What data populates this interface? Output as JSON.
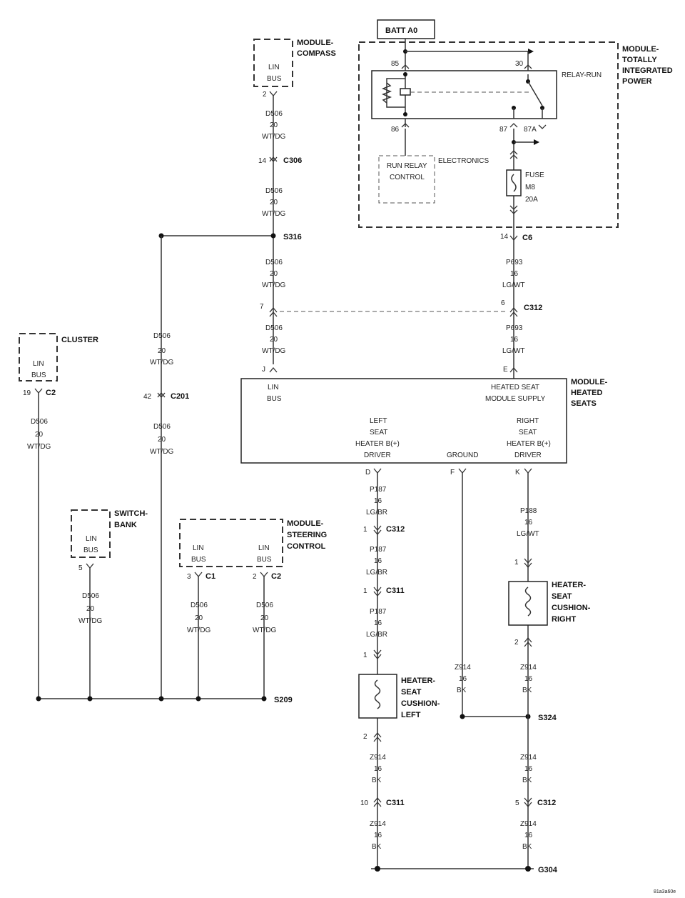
{
  "batt": "BATT A0",
  "tipm": {
    "name_lines": [
      "MODULE-",
      "TOTALLY",
      "INTEGRATED",
      "POWER"
    ],
    "relay_name": "RELAY-RUN",
    "pins": {
      "p85": "85",
      "p30": "30",
      "p86": "86",
      "p87": "87",
      "p87a": "87A"
    },
    "rrc_lines": [
      "RUN RELAY",
      "CONTROL"
    ],
    "electronics": "ELECTRONICS",
    "fuse_lines": [
      "FUSE",
      "M8",
      "20A"
    ]
  },
  "compass": {
    "name_lines": [
      "MODULE-",
      "COMPASS"
    ],
    "lin_lines": [
      "LIN",
      "BUS"
    ],
    "pin": "2"
  },
  "wire_d506": [
    "D506",
    "20",
    "WT/DG"
  ],
  "wire_p693": [
    "P693",
    "16",
    "LG/WT"
  ],
  "wire_p187": [
    "P187",
    "16",
    "LG/BR"
  ],
  "wire_p188": [
    "P188",
    "16",
    "LG/WT"
  ],
  "wire_z914": [
    "Z914",
    "16",
    "BK"
  ],
  "c306": {
    "pin": "14",
    "label": "C306"
  },
  "c6": {
    "pin": "14",
    "label": "C6"
  },
  "s316": "S316",
  "c312_top": {
    "pin_left": "7",
    "pin_right": "6",
    "label": "C312"
  },
  "hsm": {
    "name_lines": [
      "MODULE-",
      "HEATED",
      "SEATS"
    ],
    "lin_lines": [
      "LIN",
      "BUS"
    ],
    "supply_lines": [
      "HEATED SEAT",
      "MODULE SUPPLY"
    ],
    "left_lines": [
      "LEFT",
      "SEAT",
      "HEATER B(+)",
      "DRIVER"
    ],
    "ground": "GROUND",
    "right_lines": [
      "RIGHT",
      "SEAT",
      "HEATER B(+)",
      "DRIVER"
    ],
    "pins": {
      "j": "J",
      "e": "E",
      "d": "D",
      "f": "F",
      "k": "K"
    }
  },
  "cluster": {
    "name": "CLUSTER",
    "lin_lines": [
      "LIN",
      "BUS"
    ],
    "pin": "19",
    "conn": "C2"
  },
  "c201": {
    "pin": "42",
    "label": "C201"
  },
  "switch_bank": {
    "name_lines": [
      "SWITCH-",
      "BANK"
    ],
    "lin_lines": [
      "LIN",
      "BUS"
    ],
    "pin": "5"
  },
  "steering": {
    "name_lines": [
      "MODULE-",
      "STEERING",
      "CONTROL"
    ],
    "lin_lines": [
      "LIN",
      "BUS"
    ],
    "pin1": "3",
    "conn1": "C1",
    "pin2": "2",
    "conn2": "C2"
  },
  "s209": "S209",
  "c312_left": {
    "pin": "1",
    "label": "C312"
  },
  "c311_left": {
    "pin": "1",
    "label": "C311"
  },
  "heater_left": {
    "name_lines": [
      "HEATER-",
      "SEAT",
      "CUSHION-",
      "LEFT"
    ],
    "pin_top": "1",
    "pin_bot": "2"
  },
  "heater_right": {
    "name_lines": [
      "HEATER-",
      "SEAT",
      "CUSHION-",
      "RIGHT"
    ],
    "pin_top": "1",
    "pin_bot": "2"
  },
  "s324": "S324",
  "c311_bot": {
    "pin": "10",
    "label": "C311"
  },
  "c312_bot": {
    "pin": "5",
    "label": "C312"
  },
  "g304": "G304",
  "figure_id": "81a3a60e"
}
